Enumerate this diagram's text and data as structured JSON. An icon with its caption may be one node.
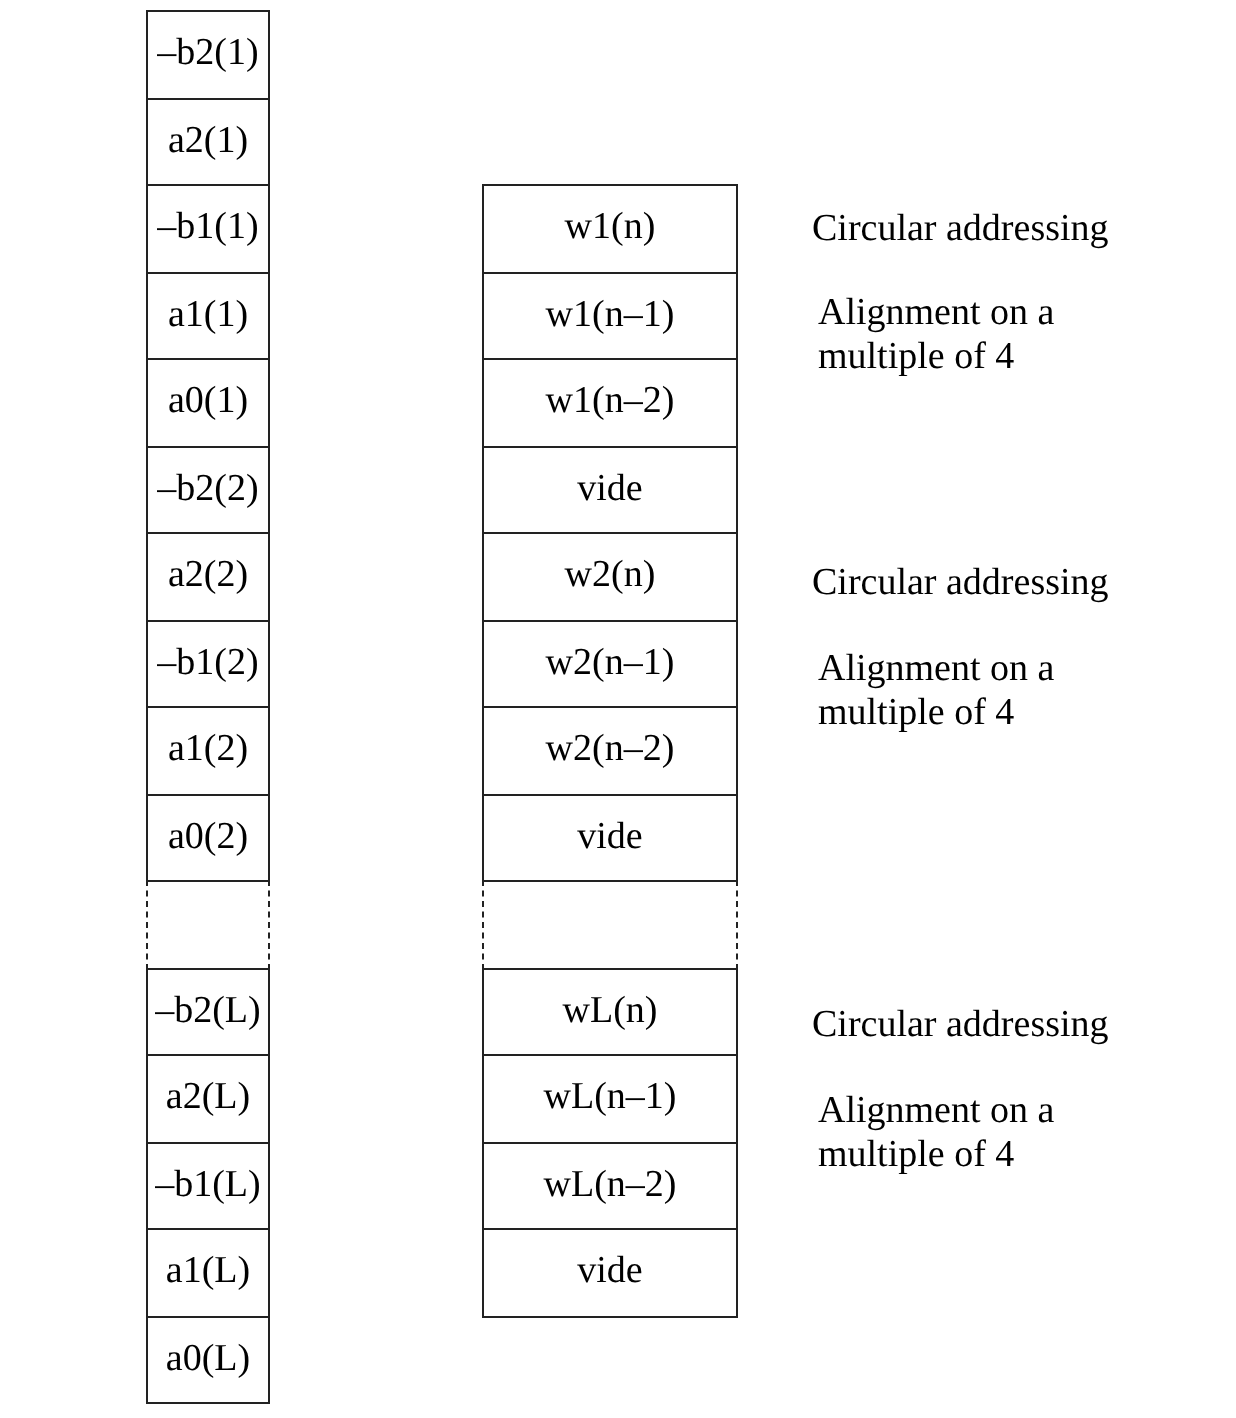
{
  "diagram": {
    "nodes": [
      {
        "text": [
          "–b2(1)"
        ]
      },
      {
        "text": [
          "a2(1)"
        ]
      },
      {
        "text": [
          "–b1(1)"
        ]
      },
      {
        "text": [
          "a1(1)"
        ]
      },
      {
        "text": [
          "a0(1)"
        ]
      },
      {
        "text": [
          "–b2(2)"
        ]
      },
      {
        "text": [
          "a2(2)"
        ]
      },
      {
        "text": [
          "–b1(2)"
        ]
      },
      {
        "text": [
          "a1(2)"
        ]
      },
      {
        "text": [
          "a0(2)"
        ]
      },
      {
        "text": [],
        "shape": "box"
      },
      {
        "text": [
          "–b2(L)"
        ]
      },
      {
        "text": [
          "a2(L)"
        ]
      },
      {
        "text": [
          "–b1(L)"
        ]
      },
      {
        "text": [
          "a1(L)"
        ]
      },
      {
        "text": [
          "a0(L)"
        ]
      },
      {
        "text": [
          "w1(n)"
        ]
      },
      {
        "text": [
          "w1(n–1)"
        ]
      },
      {
        "text": [
          "w1(n–2)"
        ]
      },
      {
        "text": [
          "vide"
        ]
      },
      {
        "text": [
          "w2(n)"
        ]
      },
      {
        "text": [
          "w2(n–1)"
        ]
      },
      {
        "text": [
          "w2(n–2)"
        ]
      },
      {
        "text": [
          "vide"
        ]
      },
      {
        "text": [],
        "shape": "box"
      },
      {
        "text": [
          "wL(n)"
        ]
      },
      {
        "text": [
          "wL(n–1)"
        ]
      },
      {
        "text": [
          "wL(n–2)"
        ]
      },
      {
        "text": [
          "vide"
        ]
      }
    ],
    "labels": [
      "Circular addressing",
      "Alignment on a multiple of 4",
      "Circular addressing",
      "Alignment on a multiple of 4",
      "Circular addressing",
      "Alignment on a multiple of 4"
    ]
  }
}
